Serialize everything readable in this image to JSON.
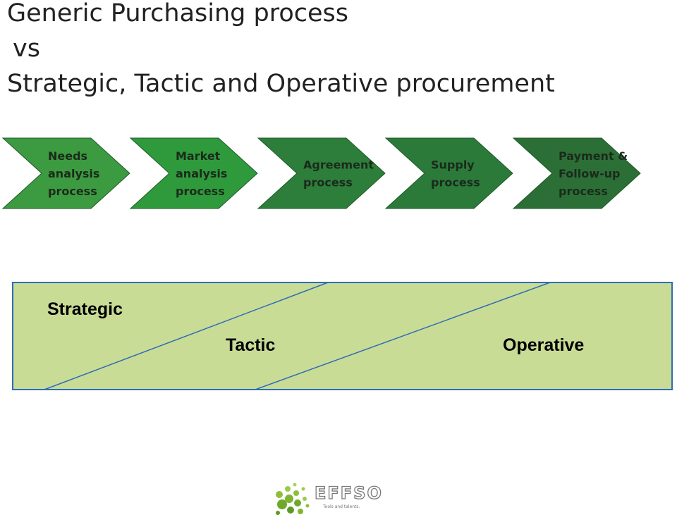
{
  "title": {
    "line1": "Generic Purchasing process",
    "line2": "vs",
    "line3": "Strategic, Tactic and Operative procurement"
  },
  "process_steps": [
    {
      "lines": [
        "Needs",
        "analysis",
        "process"
      ],
      "color": "#3c9a40",
      "text_color": "#1b2a1b"
    },
    {
      "lines": [
        "Market",
        "analysis",
        "process"
      ],
      "color": "#2f9a3c",
      "text_color": "#1b2a1b"
    },
    {
      "lines": [
        "Agreement",
        "process"
      ],
      "color": "#2d7e3b",
      "text_color": "#ffffff"
    },
    {
      "lines": [
        "Supply",
        "process"
      ],
      "color": "#2b7a3a",
      "text_color": "#ffffff"
    },
    {
      "lines": [
        "Payment &",
        "Follow-up",
        "process"
      ],
      "color": "#2b6f36",
      "text_color": "#ffffff"
    }
  ],
  "phases": {
    "strategic": "Strategic",
    "tactic": "Tactic",
    "operative": "Operative",
    "band_color": "#c9dc96",
    "border_color": "#2f6db5"
  },
  "logo": {
    "name": "EFFSO",
    "tagline": "Tools and talents."
  }
}
